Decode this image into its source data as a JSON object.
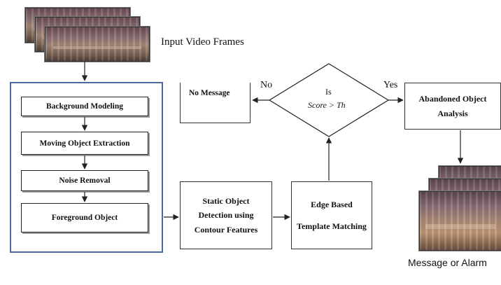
{
  "input_label": "Input Video Frames",
  "steps": [
    {
      "label": "Background Modeling"
    },
    {
      "label": "Moving Object Extraction"
    },
    {
      "label": "Noise Removal"
    },
    {
      "label": "Foreground Object"
    }
  ],
  "static_detection": {
    "line1": "Static Object",
    "line2": "Detection using",
    "line3": "Contour Features"
  },
  "template_matching": {
    "line1": "Edge Based",
    "line2": "Template Matching"
  },
  "decision": {
    "line1": "Is",
    "line2": "Score > Th"
  },
  "no_label": "No",
  "yes_label": "Yes",
  "no_message": "No Message",
  "abandoned": {
    "line1": "Abandoned Object",
    "line2": "Analysis"
  },
  "output_label": "Message or Alarm"
}
